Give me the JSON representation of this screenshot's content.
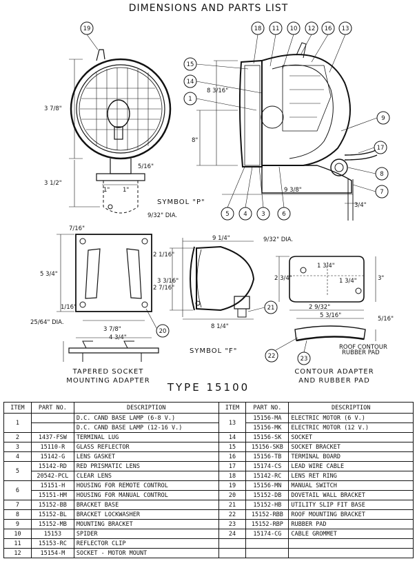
{
  "header": {
    "title": "DIMENSIONS AND PARTS LIST"
  },
  "figures": {
    "symbol_p": "SYMBOL \"P\"",
    "symbol_f": "SYMBOL \"F\"",
    "caption_left": [
      "TAPERED SOCKET",
      "MOUNTING ADAPTER"
    ],
    "caption_right": [
      "CONTOUR ADAPTER",
      "AND RUBBER PAD"
    ],
    "roof_pad_label": [
      "ROOF CONTOUR",
      "RUBBER PAD"
    ],
    "callouts": [
      "19",
      "18",
      "11",
      "10",
      "12",
      "16",
      "13",
      "15",
      "14",
      "1",
      "9",
      "17",
      "8",
      "7",
      "5",
      "4",
      "3",
      "6",
      "21",
      "20",
      "22",
      "23"
    ],
    "dims": {
      "d_3_7_8": "3 7/8\"",
      "d_3_1_2": "3 1/2\"",
      "d_5_16": "5/16\"",
      "d_1_a": "1\"",
      "d_1_b": "1\"",
      "d_9_32_dia": "9/32\" DIA.",
      "d_8_3_16": "8 3/16\"",
      "d_8": "8\"",
      "d_9_3_8": "9 3/8\"",
      "d_3_4": "3/4\"",
      "d_7_16": "7/16\"",
      "d_2_1_16": "2 1/16\"",
      "d_5_3_4": "5 3/4\"",
      "d_2_7_16": "2 7/16\"",
      "d_1_16": "1/16\"",
      "d_25_64_dia": "25/64\" DIA.",
      "d_3_7_8_b": "3 7/8\"",
      "d_4_3_4": "4 3/4\"",
      "d_9_1_4": "9 1/4\"",
      "d_3_3_16": "3 3/16\"",
      "d_8_1_4": "8 1/4\"",
      "d_9_32_dia_b": "9/32\" DIA.",
      "d_2_3_4": "2 3/4\"",
      "d_1_3_4": "1 3/4\"",
      "d_1_3_4_b": "1 3/4\"",
      "d_3": "3\"",
      "d_2_9_32": "2 9/32\"",
      "d_5_3_16": "5 3/16\"",
      "d_5_16_b": "5/16\""
    }
  },
  "type_title": "TYPE 15100",
  "table": {
    "headers": [
      "ITEM",
      "PART NO.",
      "DESCRIPTION",
      "ITEM",
      "PART NO.",
      "DESCRIPTION"
    ],
    "left": [
      {
        "item": "1",
        "rows": [
          {
            "part": "",
            "desc": "D.C. CAND BASE LAMP (6-8 V.)"
          },
          {
            "part": "",
            "desc": "D.C. CAND BASE LAMP (12-16 V.)"
          }
        ]
      },
      {
        "item": "2",
        "rows": [
          {
            "part": "1437-FSW",
            "desc": "TERMINAL LUG"
          }
        ]
      },
      {
        "item": "3",
        "rows": [
          {
            "part": "15110-R",
            "desc": "GLASS REFLECTOR"
          }
        ]
      },
      {
        "item": "4",
        "rows": [
          {
            "part": "15142-G",
            "desc": "LENS GASKET"
          }
        ]
      },
      {
        "item": "5",
        "rows": [
          {
            "part": "15142-RD",
            "desc": "RED PRISMATIC LENS"
          },
          {
            "part": "20542-PCL",
            "desc": "CLEAR LENS"
          }
        ]
      },
      {
        "item": "6",
        "rows": [
          {
            "part": "15151-H",
            "desc": "HOUSING FOR REMOTE CONTROL"
          },
          {
            "part": "15151-HM",
            "desc": "HOUSING FOR MANUAL CONTROL"
          }
        ]
      },
      {
        "item": "7",
        "rows": [
          {
            "part": "15152-BB",
            "desc": "BRACKET BASE"
          }
        ]
      },
      {
        "item": "8",
        "rows": [
          {
            "part": "15152-BL",
            "desc": "BRACKET LOCKWASHER"
          }
        ]
      },
      {
        "item": "9",
        "rows": [
          {
            "part": "15152-MB",
            "desc": "MOUNTING BRACKET"
          }
        ]
      },
      {
        "item": "10",
        "rows": [
          {
            "part": "15153",
            "desc": "SPIDER"
          }
        ]
      },
      {
        "item": "11",
        "rows": [
          {
            "part": "15153-RC",
            "desc": "REFLECTOR CLIP"
          }
        ]
      },
      {
        "item": "12",
        "rows": [
          {
            "part": "15154-M",
            "desc": "SOCKET - MOTOR MOUNT"
          }
        ]
      }
    ],
    "right": [
      {
        "item": "13",
        "rows": [
          {
            "part": "15156-MA",
            "desc": "ELECTRIC MOTOR (6 V.)"
          },
          {
            "part": "15156-MK",
            "desc": "ELECTRIC MOTOR (12 V.)"
          }
        ]
      },
      {
        "item": "14",
        "rows": [
          {
            "part": "15156-SK",
            "desc": "SOCKET"
          }
        ]
      },
      {
        "item": "15",
        "rows": [
          {
            "part": "15156-SKB",
            "desc": "SOCKET BRACKET"
          }
        ]
      },
      {
        "item": "16",
        "rows": [
          {
            "part": "15156-TB",
            "desc": "TERMINAL BOARD"
          }
        ]
      },
      {
        "item": "17",
        "rows": [
          {
            "part": "15174-CS",
            "desc": "LEAD WIRE CABLE"
          }
        ]
      },
      {
        "item": "18",
        "rows": [
          {
            "part": "15142-RC",
            "desc": "LENS RET RING"
          }
        ]
      },
      {
        "item": "19",
        "rows": [
          {
            "part": "15156-MN",
            "desc": "MANUAL SWITCH"
          }
        ]
      },
      {
        "item": "20",
        "rows": [
          {
            "part": "15152-DB",
            "desc": "DOVETAIL WALL BRACKET"
          }
        ]
      },
      {
        "item": "21",
        "rows": [
          {
            "part": "15152-HB",
            "desc": "UTILITY SLIP FIT BASE"
          }
        ]
      },
      {
        "item": "22",
        "rows": [
          {
            "part": "15152-RBB",
            "desc": "ROOF MOUNTING BRACKET"
          }
        ]
      },
      {
        "item": "23",
        "rows": [
          {
            "part": "15152-RBP",
            "desc": "RUBBER PAD"
          }
        ]
      },
      {
        "item": "24",
        "rows": [
          {
            "part": "15174-CG",
            "desc": "CABLE GROMMET"
          }
        ]
      }
    ]
  }
}
